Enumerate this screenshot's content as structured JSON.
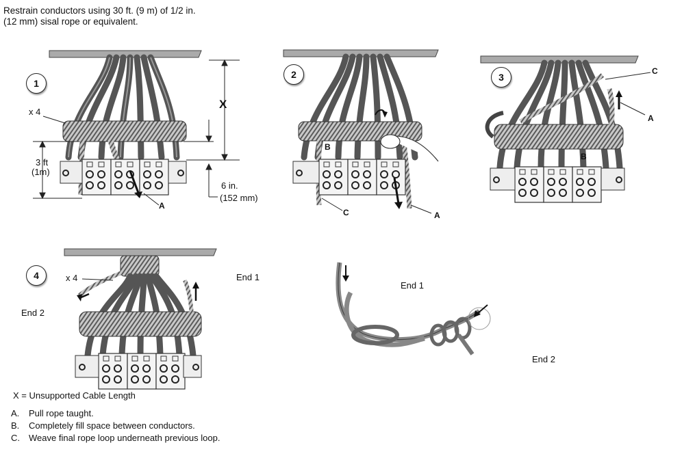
{
  "header": {
    "line1": "Restrain conductors using 30 ft. (9 m) of 1/2 in.",
    "line2": "(12 mm) sisal rope or equivalent."
  },
  "steps": {
    "s1": {
      "number": "1",
      "x4": "x 4",
      "X": "X",
      "dim_left_1": "3 ft",
      "dim_left_2": "(1m)",
      "dim_right_1": "6 in.",
      "dim_right_2": "(152 mm)",
      "A": "A"
    },
    "s2": {
      "number": "2",
      "A": "A",
      "B": "B",
      "C": "C"
    },
    "s3": {
      "number": "3",
      "A": "A",
      "B": "B",
      "C": "C"
    },
    "s4": {
      "number": "4",
      "x4": "x 4",
      "end1": "End 1",
      "end2": "End 2"
    },
    "knot": {
      "end1": "End 1",
      "end2": "End 2"
    }
  },
  "legend": {
    "x_def": "X = Unsupported Cable Length",
    "items": [
      {
        "key": "A.",
        "text": "Pull rope taught."
      },
      {
        "key": "B.",
        "text": "Completely fill space between conductors."
      },
      {
        "key": "C.",
        "text": "Weave final rope loop underneath previous loop."
      }
    ]
  }
}
